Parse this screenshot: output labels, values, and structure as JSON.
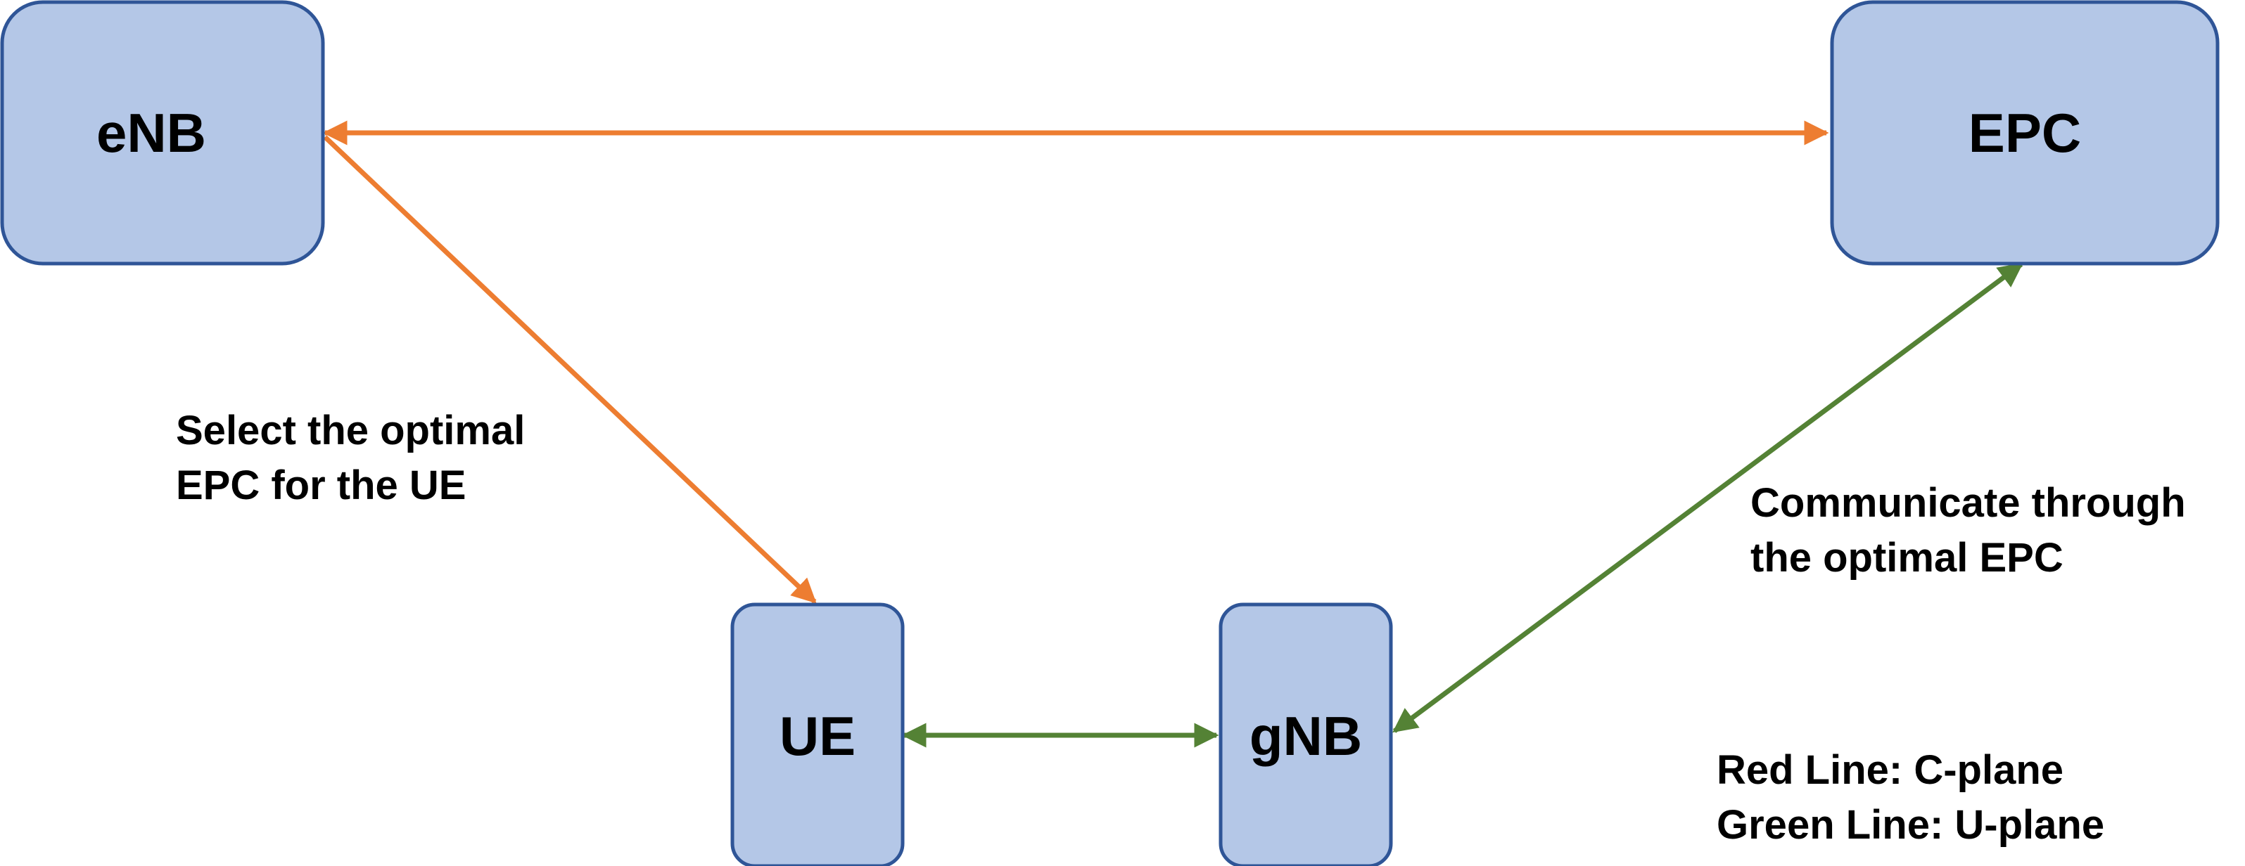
{
  "nodes": {
    "enb": {
      "label": "eNB"
    },
    "epc": {
      "label": "EPC"
    },
    "ue": {
      "label": "UE"
    },
    "gnb": {
      "label": "gNB"
    }
  },
  "annotations": {
    "select": {
      "line1": "Select the optimal",
      "line2": "EPC for the UE"
    },
    "communicate": {
      "line1": "Communicate through",
      "line2": "the optimal EPC"
    }
  },
  "legend": {
    "c_plane": "Red Line: C-plane",
    "u_plane": "Green Line: U-plane"
  },
  "colors": {
    "node_fill": "#b4c7e7",
    "node_stroke": "#2f5597",
    "c_plane_line": "#ed7d31",
    "u_plane_line": "#548235"
  },
  "connections": [
    {
      "from": "eNB",
      "to": "EPC",
      "plane": "C-plane",
      "direction": "bidirectional"
    },
    {
      "from": "eNB",
      "to": "UE",
      "plane": "C-plane",
      "direction": "to UE"
    },
    {
      "from": "UE",
      "to": "gNB",
      "plane": "U-plane",
      "direction": "bidirectional"
    },
    {
      "from": "gNB",
      "to": "EPC",
      "plane": "U-plane",
      "direction": "bidirectional"
    }
  ]
}
